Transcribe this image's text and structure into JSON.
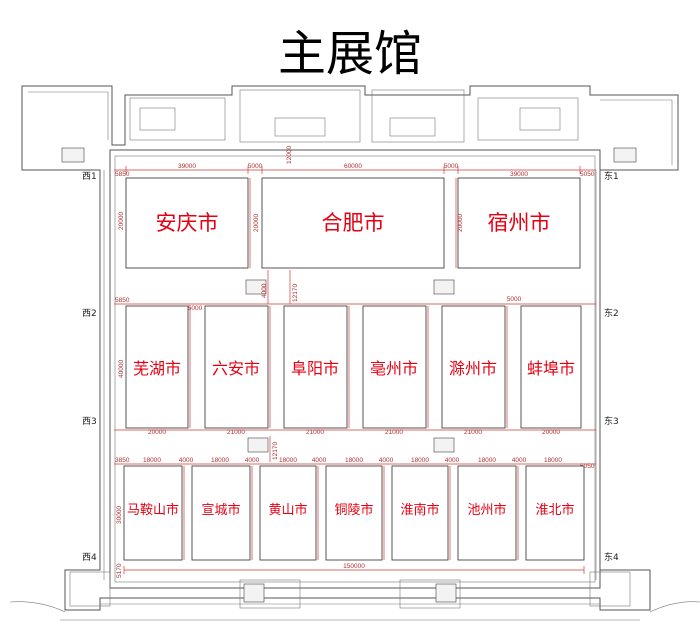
{
  "title": "主展馆",
  "colors": {
    "label": "#e60012",
    "dimension": "#b03030",
    "wall": "#555555"
  },
  "gates": {
    "west": [
      "西1",
      "西2",
      "西3",
      "西4"
    ],
    "east": [
      "东1",
      "东2",
      "东3",
      "东4"
    ]
  },
  "rows": [
    {
      "booths": [
        {
          "label": "安庆市"
        },
        {
          "label": "合肥市"
        },
        {
          "label": "宿州市"
        }
      ],
      "dims_top": [
        "39000",
        "5000",
        "60000",
        "5000",
        "39000"
      ],
      "dims_side": [
        "20000",
        "20000",
        "20000"
      ]
    },
    {
      "booths": [
        {
          "label": "芜湖市",
          "dim_bottom": "20000"
        },
        {
          "label": "六安市",
          "dim_bottom": "21000"
        },
        {
          "label": "阜阳市",
          "dim_bottom": "21000"
        },
        {
          "label": "亳州市",
          "dim_bottom": "21000"
        },
        {
          "label": "滁州市",
          "dim_bottom": "21000"
        },
        {
          "label": "蚌埠市",
          "dim_bottom": "20000"
        }
      ],
      "dims_top": [
        "5000",
        "5000"
      ],
      "dims_side": [
        "40000"
      ]
    },
    {
      "booths": [
        {
          "label": "马鞍山市"
        },
        {
          "label": "宣城市"
        },
        {
          "label": "黄山市"
        },
        {
          "label": "铜陵市"
        },
        {
          "label": "淮南市"
        },
        {
          "label": "池州市"
        },
        {
          "label": "淮北市"
        }
      ],
      "dims_top": [
        "18000",
        "4000",
        "18000",
        "4000",
        "18000",
        "4000",
        "18000",
        "4000",
        "18000",
        "4000",
        "18000",
        "4000",
        "18000"
      ],
      "dims_side": [
        "30000"
      ]
    }
  ],
  "misc_dims": {
    "left_margin": "5850",
    "right_margin": "5050",
    "corridor_v1": "12000",
    "corridor_v2": "12170",
    "corridor_v3": "4000",
    "corridor_v4": "12170",
    "left_margin_bottom": "3850",
    "right_margin_bottom": "6050",
    "total_width": "150000",
    "left_bottom": "5170"
  }
}
